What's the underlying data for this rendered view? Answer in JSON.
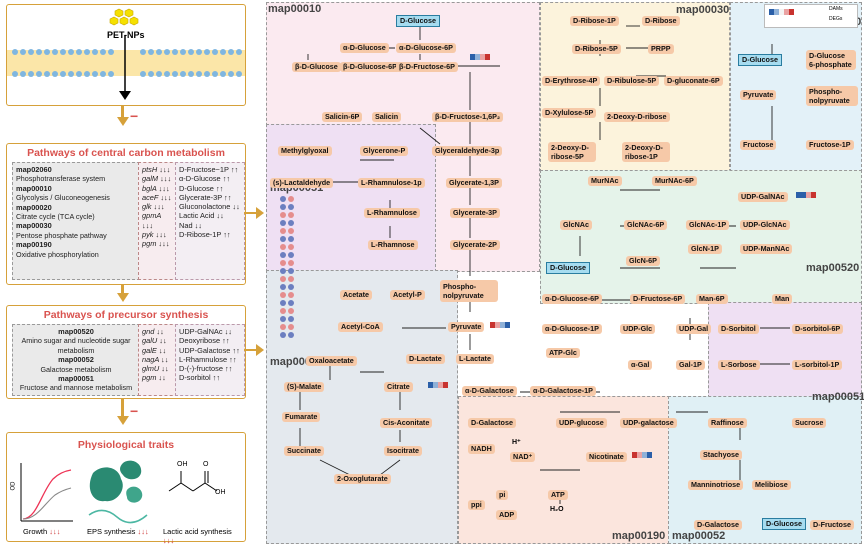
{
  "membrane_label": "PET-NPs",
  "central": {
    "title": "Pathways of central carbon metabolism",
    "maps": [
      {
        "id": "map02060",
        "name": "Phosphotransferase system"
      },
      {
        "id": "map00010",
        "name": "Glycolysis / Gluconeogenesis"
      },
      {
        "id": "map00020",
        "name": "Citrate cycle (TCA cycle)"
      },
      {
        "id": "map00030",
        "name": "Pentose phosphate pathway"
      },
      {
        "id": "map00190",
        "name": "Oxidative phosphorylation"
      }
    ],
    "genes": [
      "ptsH ↓↓↓",
      "galM ↓↓↓",
      "bglA ↓↓↓",
      "aceF ↓↓↓",
      "glk ↓↓↓",
      "gpmA ↓↓↓",
      "pyk ↓↓↓",
      "pgm ↓↓↓"
    ],
    "metabolites": [
      "D-Fructose−1P ↑↑",
      "α-D-Glucose ↑↑",
      "D-Glucose ↑↑",
      "Glycerate-3P ↑↑",
      "Gluconolactone ↓↓",
      "Lactic Acid ↓↓",
      "Nad ↓↓",
      "D-Ribose-1P ↑↑"
    ]
  },
  "precursor": {
    "title": "Pathways of precursor synthesis",
    "maps": [
      {
        "id": "map00520",
        "name": "Amino sugar and nucleotide sugar metabolism"
      },
      {
        "id": "map00052",
        "name": "Galactose metabolism"
      },
      {
        "id": "map00051",
        "name": "Fructose and mannose metabolism"
      }
    ],
    "genes": [
      "gnd ↓↓",
      "galU ↓↓",
      "galE ↓↓",
      "nagA ↓↓",
      "glmU ↓↓",
      "pgm ↓↓"
    ],
    "metabolites": [
      "UDP-GalNAc ↓↓",
      "Deoxyribose ↑↑",
      "UDP-Galactose ↑↑",
      "L-Rhamnulose ↑↑",
      "D-(-)-fructose ↑↑",
      "D-sorbitol ↑↑"
    ]
  },
  "physio": {
    "title": "Physiological traits",
    "growth": "Growth",
    "eps": "EPS synthesis",
    "lactic": "Lactic acid synthesis",
    "arrows": "↓↓↓",
    "ylabel": "OD"
  },
  "regions": {
    "r00010": "map00010",
    "r00030": "map00030",
    "r02060": "map02060",
    "r00051a": "map00051",
    "r00520": "map00520",
    "r00020": "map00020",
    "r00051b": "map00051",
    "r00190": "map00190",
    "r00052": "map00052"
  },
  "legend": {
    "a": "DAMs",
    "b": "DEGs"
  },
  "metabolites": {
    "dglucose_top": "D-Glucose",
    "adglucose": "α-D-Glucose",
    "adglucose6p": "α-D-Glucose-6P",
    "bdglucose": "β-D-Glucose",
    "bdglucose6p": "β-D-Glucose-6P",
    "bdfructose6p": "β-D-Fructose-6P",
    "bdfructose16": "β-D-Fructose-1,6P₂",
    "salicin6p": "Salicin-6P",
    "salicin": "Salicin",
    "glyceronep": "Glycerone-P",
    "methylglyoxal": "Methylglyoxal",
    "glyceraldehyde3p": "Glyceraldehyde-3p",
    "slactaldehyde": "(s)-Lactaldehyde",
    "lrhamnulose1p": "L-Rhamnulose-1p",
    "lrhamnulose": "L-Rhamnulose",
    "lrhamnose": "L-Rhamnose",
    "glycerate13p": "Glycerate-1,3P",
    "glycerate3p": "Glycerate-3P",
    "glycerate2p": "Glycerate-2P",
    "pep": "Phospho-nolpyruvate",
    "acetate": "Acetate",
    "acetylp": "Acetyl-P",
    "acetylcoa": "Acetyl-CoA",
    "pyruvate": "Pyruvate",
    "dlactate": "D-Lactate",
    "llactate": "L-Lactate",
    "oxaloacetate": "Oxaloacetate",
    "smalate": "(S)-Malate",
    "citrate": "Citrate",
    "fumarate": "Fumarate",
    "cisaconitate": "Cis-Aconitate",
    "succinate": "Succinate",
    "isocitrate": "Isocitrate",
    "oxoglutarate": "2-Oxoglutarate",
    "dribose1p": "D-Ribose-1P",
    "dribose": "D-Ribose",
    "dribose5p": "D-Ribose-5P",
    "prpp": "PRPP",
    "derythrose4p": "D-Erythrose-4P",
    "dribulose5p": "D-Ribulose-5P",
    "dgluconate6p": "D-gluconate-6P",
    "dxylulose5p": "D-Xylulose-5P",
    "deoxyribose": "2-Deoxy-D-ribose",
    "deoxyribose5p": "2-Deoxy-D-ribose-5P",
    "deoxyribose1p": "2-Deoxy-D-ribose-1P",
    "dglucose_pts": "D-Glucose",
    "dglucose6phosphate": "D-Glucose 6-phosphate",
    "pyruvate_pts": "Pyruvate",
    "pep_pts": "Phospho-nolpyruvate",
    "fructose": "Fructose",
    "fructose1p": "Fructose-1P",
    "murnac": "MurNAc",
    "murnac6p": "MurNAc-6P",
    "udpgalnac": "UDP-GalNAc",
    "glcnac": "GlcNAc",
    "glcnac6p": "GlcNAc-6P",
    "glcnac1p": "GlcNAc-1P",
    "udpglcnac": "UDP-GlcNAc",
    "udpmannac": "UDP-ManNAc",
    "glcn6p": "GlcN-6P",
    "glcn1p": "GlcN-1P",
    "dglucose_520": "D-Glucose",
    "adglucose6p_b": "α-D-Glucose-6P",
    "dfructose6p": "D-Fructose-6P",
    "man6p": "Man-6P",
    "man": "Man",
    "adglucose1p": "α-D-Glucose-1P",
    "udpglc": "UDP-Glc",
    "udpgal": "UDP-Gal",
    "atpglc": "ATP-Glc",
    "agal": "α-Gal",
    "gal1p": "Gal-1P",
    "dsorbitol": "D-Sorbitol",
    "dsorbitol6p": "D-sorbitol-6P",
    "lsorbose": "L-Sorbose",
    "lsorbitol1p": "L-sorbitol-1P",
    "adgalactose": "α-D-Galactose",
    "adgalactose1p": "α-D-Galactose-1P",
    "dgalactose_a": "D-Galactose",
    "udpglucose": "UDP-glucose",
    "udpgalactose": "UDP-galactose",
    "raffinose": "Raffinose",
    "sucrose": "Sucrose",
    "nadh": "NADH",
    "hplus": "H⁺",
    "nadplus": "NAD⁺",
    "nicotinate": "Nicotinate",
    "atp": "ATP",
    "ppi": "ppi",
    "pi": "pi",
    "adp": "ADP",
    "h2o": "H₂O",
    "stachyose": "Stachyose",
    "manninotriose": "Manninotriose",
    "melibiose": "Melibiose",
    "dgalactose_b": "D-Galactose",
    "dglucose_b": "D-Glucose",
    "dfructose": "D-Fructose"
  },
  "colors": {
    "panel_border": "#d6a13a",
    "title_red": "#d9534f",
    "met_fill": "#f6c9a8",
    "blue_met": "#a6dcf0"
  }
}
